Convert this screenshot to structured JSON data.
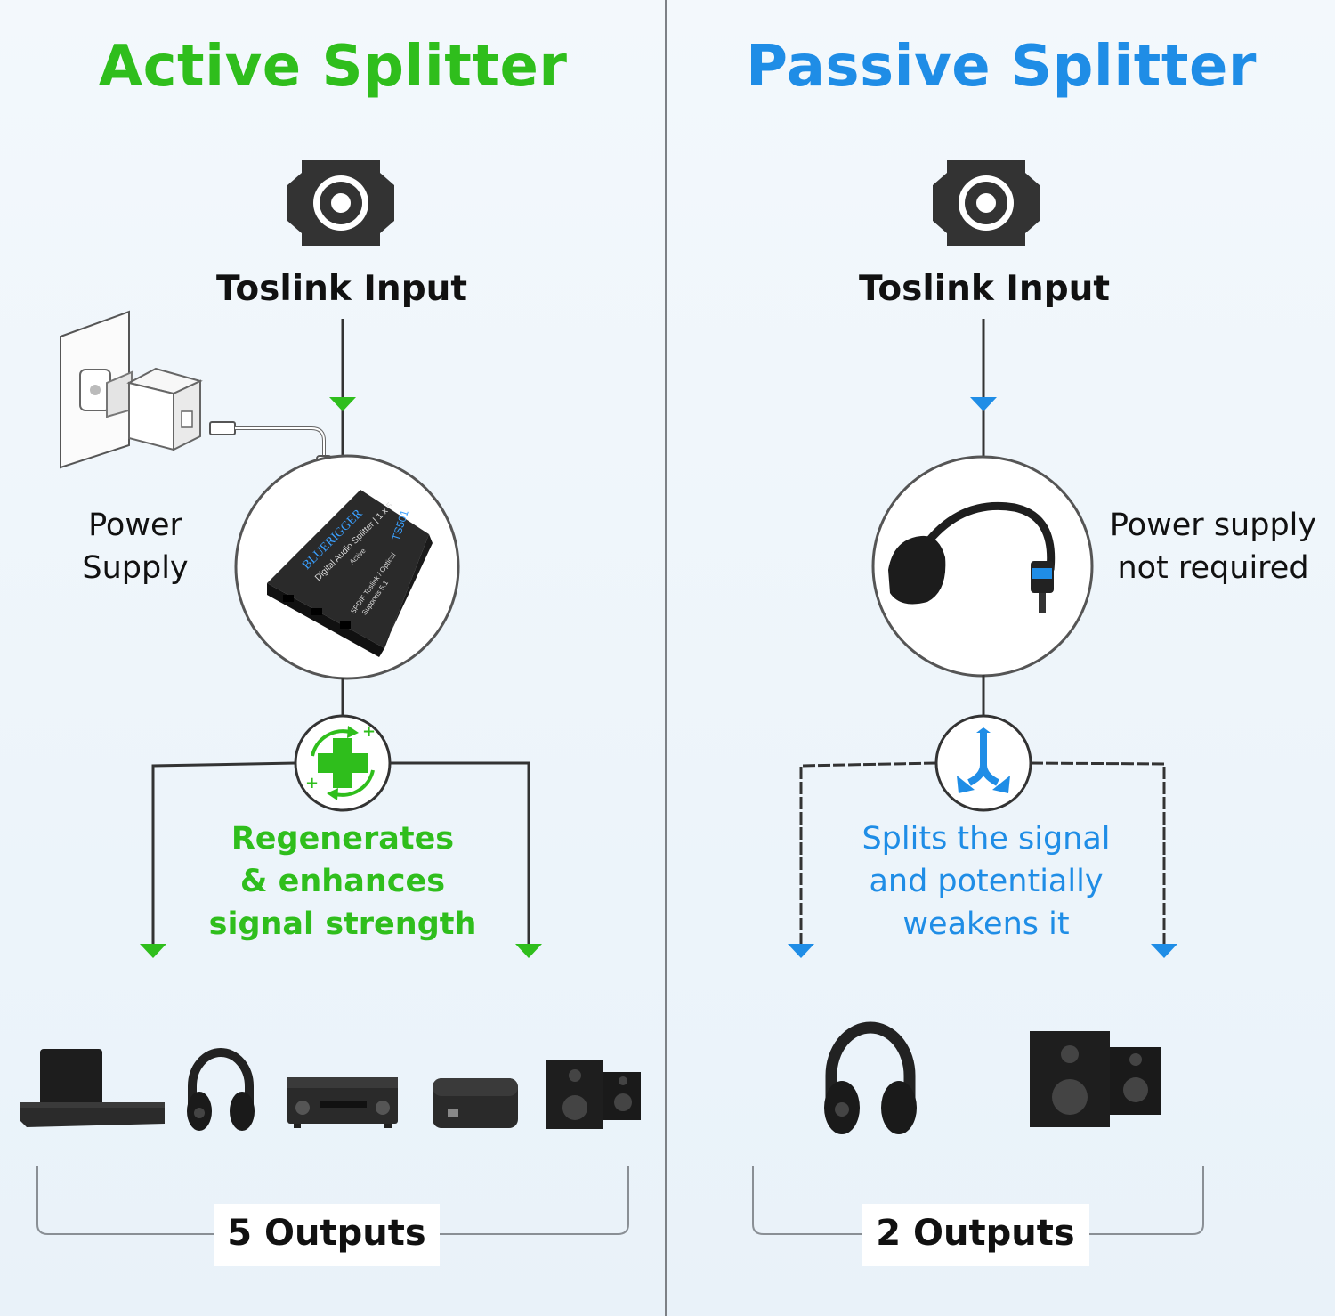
{
  "colors": {
    "active": "#2fbe1c",
    "passive": "#1f8de6",
    "line": "#333333",
    "device": "#1b1b1b"
  },
  "active": {
    "title": "Active Splitter",
    "input_label": "Toslink Input",
    "power_label_line1": "Power",
    "power_label_line2": "Supply",
    "feature_lines": [
      "Regenerates",
      "& enhances",
      "signal strength"
    ],
    "outputs_label": "5 Outputs",
    "device_brand": "BLUERIGGER",
    "device_model": "TS501",
    "device_name": "Digital Audio Splitter | 1 x 5",
    "device_sub": "Active",
    "device_spec1": "SPDIF Toslink / Optical",
    "device_spec2": "Supports 5.1"
  },
  "passive": {
    "title": "Passive Splitter",
    "input_label": "Toslink Input",
    "power_label_line1": "Power supply",
    "power_label_line2": "not required",
    "feature_lines": [
      "Splits the signal",
      "and potentially",
      "weakens it"
    ],
    "outputs_label": "2 Outputs"
  },
  "icons": {
    "input": "toslink-port-icon",
    "active_feature": "signal-boost-icon",
    "passive_feature": "split-arrows-icon"
  }
}
